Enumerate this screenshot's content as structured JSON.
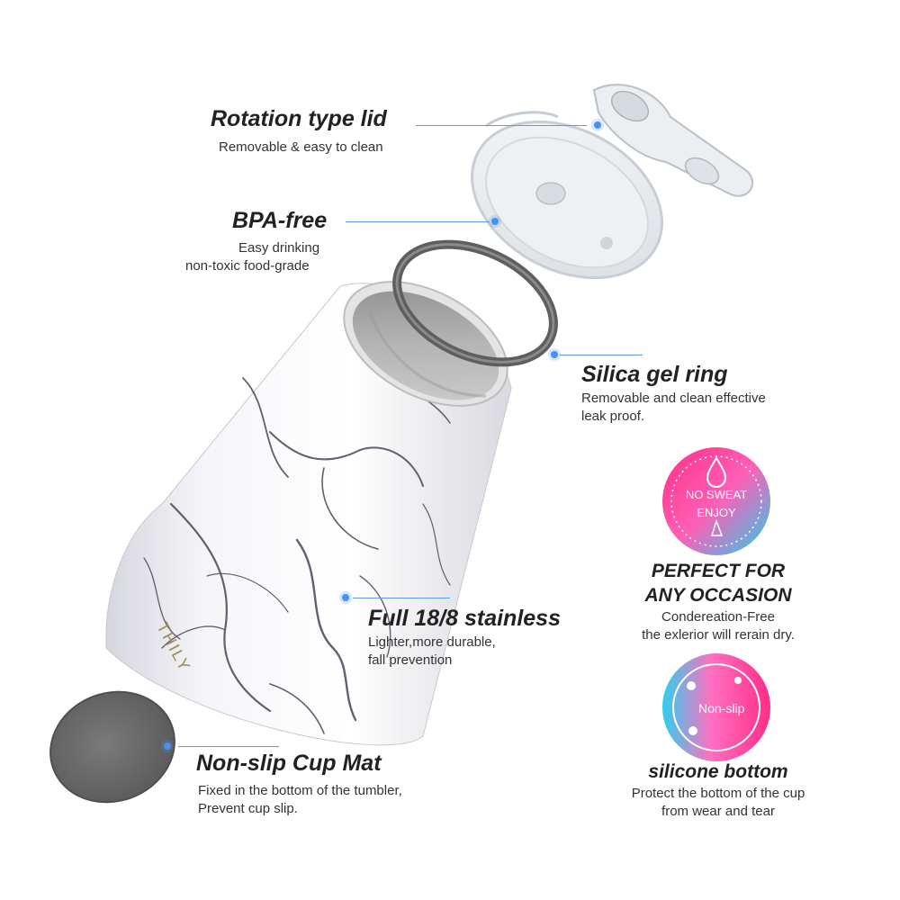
{
  "callouts": {
    "lid": {
      "title": "Rotation type lid",
      "lines": [
        "Removable & easy to clean"
      ]
    },
    "bpa": {
      "title": "BPA-free",
      "lines": [
        "Easy drinking",
        "non-toxic food-grade"
      ]
    },
    "ring": {
      "title": "Silica gel ring",
      "lines": [
        "Removable and clean effective",
        "leak proof."
      ]
    },
    "steel": {
      "title": "Full 18/8 stainless",
      "lines": [
        "Lighter,more durable,",
        "fall prevention"
      ]
    },
    "mat": {
      "title": "Non-slip Cup Mat",
      "lines": [
        "Fixed in the bottom of the  tumbler,",
        "Prevent cup slip."
      ]
    }
  },
  "badges": {
    "sweat": {
      "badge_text_1": "NO SWEAT",
      "badge_text_2": "ENJOY",
      "title_1": "PERFECT FOR",
      "title_2": "ANY OCCASION",
      "lines": [
        "Condereation-Free",
        "the exlerior will rerain dry."
      ]
    },
    "nonslip": {
      "badge_text": "Non-slip",
      "title": "silicone bottom",
      "lines": [
        "Protect the bottom of the cup",
        "from wear and tear"
      ]
    }
  },
  "product": {
    "brand": "THILY"
  },
  "colors": {
    "accent_line": "#5b9be8",
    "badge_pink": "#ff3d8b",
    "badge_cyan": "#2fd0ee",
    "silicone_gray": "#6b6b6b"
  }
}
